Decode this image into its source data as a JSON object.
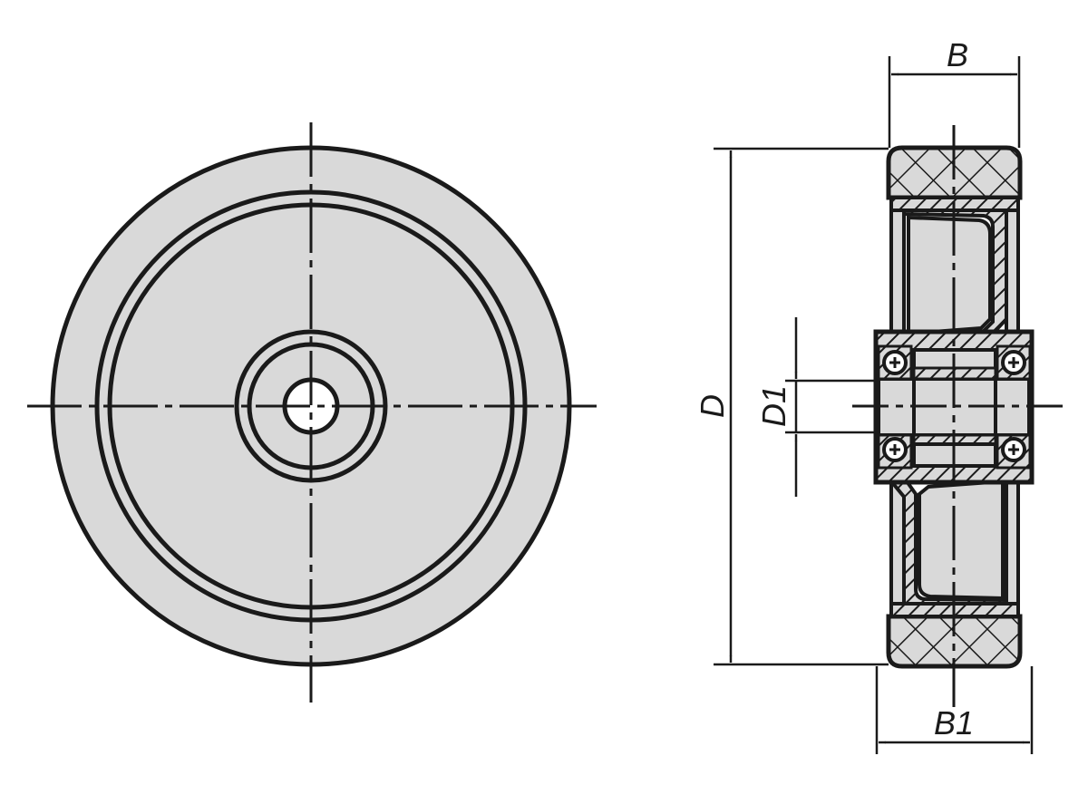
{
  "drawing": {
    "subject": "Wheel with ball bearings",
    "views": [
      "front-view",
      "section-side-view"
    ],
    "colors": {
      "line": "#1a1a1a",
      "fill": "#d9d9d9",
      "background": "#ffffff"
    }
  },
  "dimensions": {
    "B": {
      "label": "B"
    },
    "B1": {
      "label": "B1"
    },
    "D": {
      "label": "D"
    },
    "D1": {
      "label": "D1"
    }
  }
}
